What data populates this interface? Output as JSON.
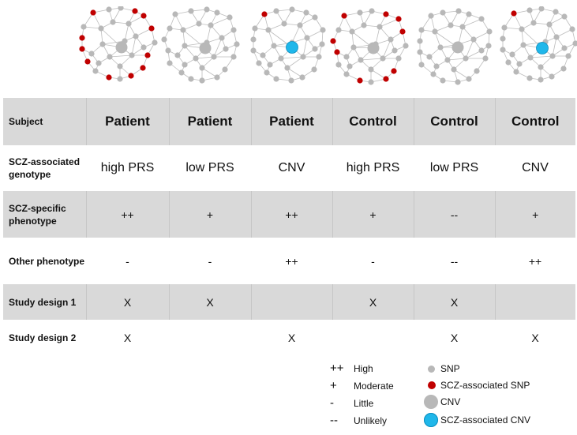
{
  "colors": {
    "snp": "#b8b8b8",
    "scz_snp": "#c00000",
    "cnv": "#b8b8b8",
    "scz_cnv": "#1fb7ea",
    "edge": "#bdbdbd",
    "shaded_row": "#d9d9d9"
  },
  "networks": [
    {
      "scz_snp_count": 11,
      "cnv": "plain"
    },
    {
      "scz_snp_count": 0,
      "cnv": "plain"
    },
    {
      "scz_snp_count": 1,
      "cnv": "scz"
    },
    {
      "scz_snp_count": 9,
      "cnv": "plain"
    },
    {
      "scz_snp_count": 0,
      "cnv": "plain"
    },
    {
      "scz_snp_count": 1,
      "cnv": "scz"
    }
  ],
  "table": {
    "row_labels": {
      "subject": "Subject",
      "genotype": "SCZ-associated genotype",
      "scz_phenotype": "SCZ-specific phenotype",
      "other_phenotype": "Other phenotype",
      "design1": "Study design 1",
      "design2": "Study design 2"
    },
    "subjects": [
      "Patient",
      "Patient",
      "Patient",
      "Control",
      "Control",
      "Control"
    ],
    "genotypes": [
      "high PRS",
      "low PRS",
      "CNV",
      "high PRS",
      "low PRS",
      "CNV"
    ],
    "scz_phenotype": [
      "++",
      "+",
      "++",
      "+",
      "--",
      "+"
    ],
    "other_phenotype": [
      "-",
      "-",
      "++",
      "-",
      "--",
      "++"
    ],
    "design1": [
      "X",
      "X",
      "",
      "X",
      "X",
      ""
    ],
    "design2": [
      "X",
      "",
      "X",
      "",
      "X",
      "X"
    ]
  },
  "legend": {
    "levels": [
      {
        "symbol": "++",
        "label": "High"
      },
      {
        "symbol": "+",
        "label": "Moderate"
      },
      {
        "symbol": "-",
        "label": "Little"
      },
      {
        "symbol": "--",
        "label": "Unlikely"
      }
    ],
    "nodes": [
      {
        "label": "SNP"
      },
      {
        "label": "SCZ-associated SNP"
      },
      {
        "label": "CNV"
      },
      {
        "label": "SCZ-associated CNV"
      }
    ]
  }
}
